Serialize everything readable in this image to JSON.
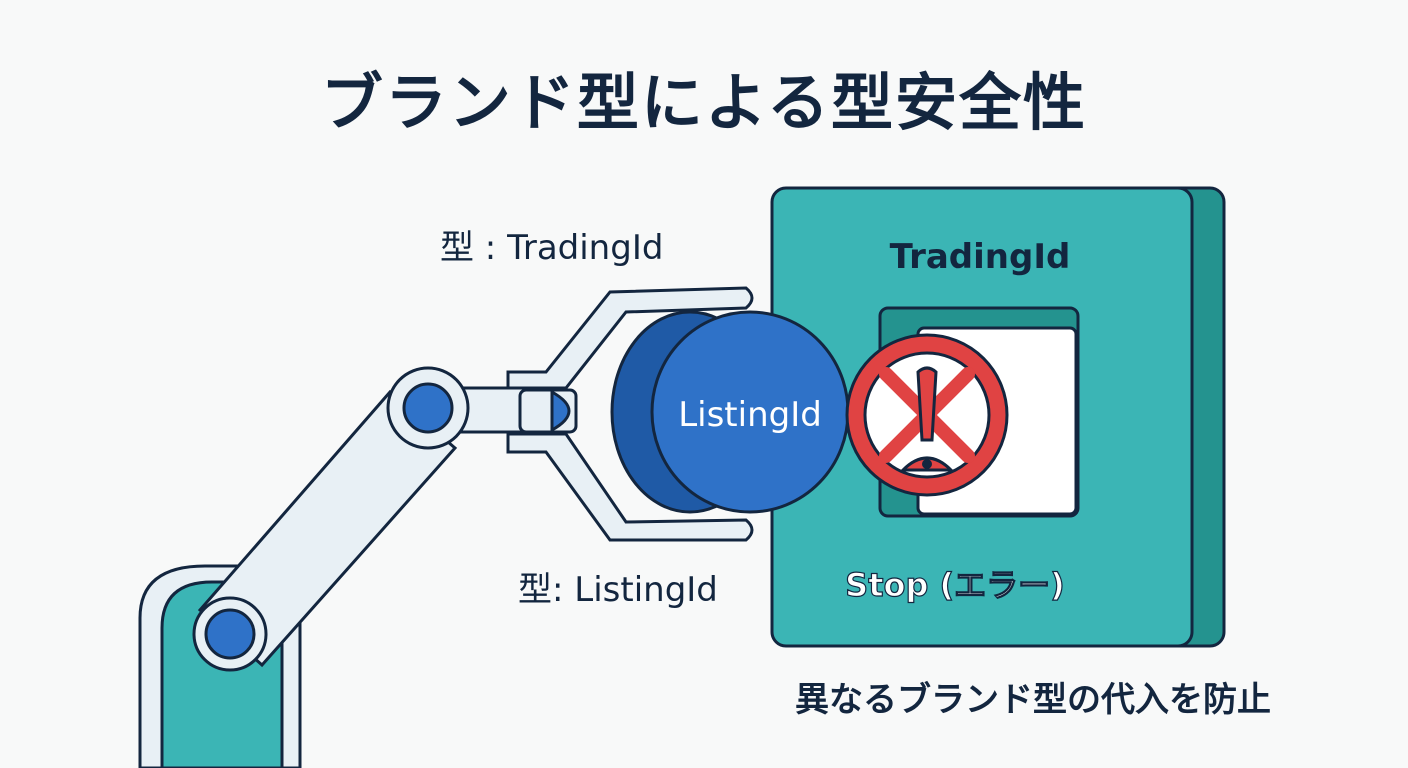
{
  "title": "ブランド型による型安全性",
  "labels": {
    "tradingid_type": "型 : TradingId",
    "listingid_type": "型: ListingId"
  },
  "box": {
    "name": "TradingId",
    "stop": "Stop (エラー)"
  },
  "token": {
    "name": "ListingId"
  },
  "caption": "異なるブランド型の代入を防止",
  "colors": {
    "teal": "#3bb5b5",
    "teal_dark": "#24938f",
    "blue": "#2f72c8",
    "blue_dark": "#1f5aa6",
    "red": "#e04343",
    "navy": "#13263f",
    "arm": "#e8f0f5"
  }
}
